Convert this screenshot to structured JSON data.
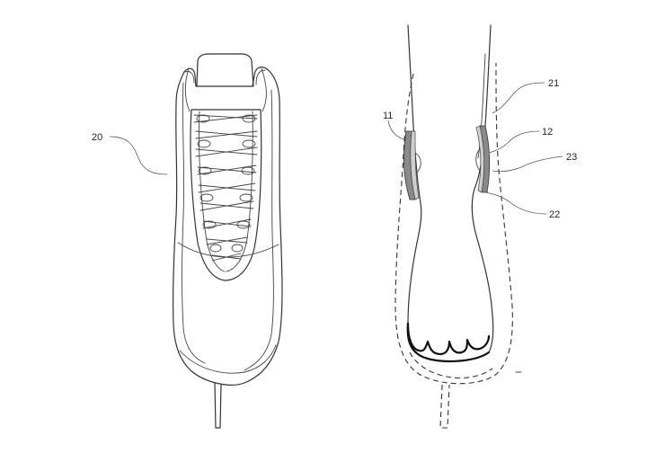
{
  "figure": {
    "labels": {
      "ref_20": "20",
      "ref_21": "21",
      "ref_11": "11",
      "ref_12": "12",
      "ref_23": "23",
      "ref_22": "22"
    }
  }
}
